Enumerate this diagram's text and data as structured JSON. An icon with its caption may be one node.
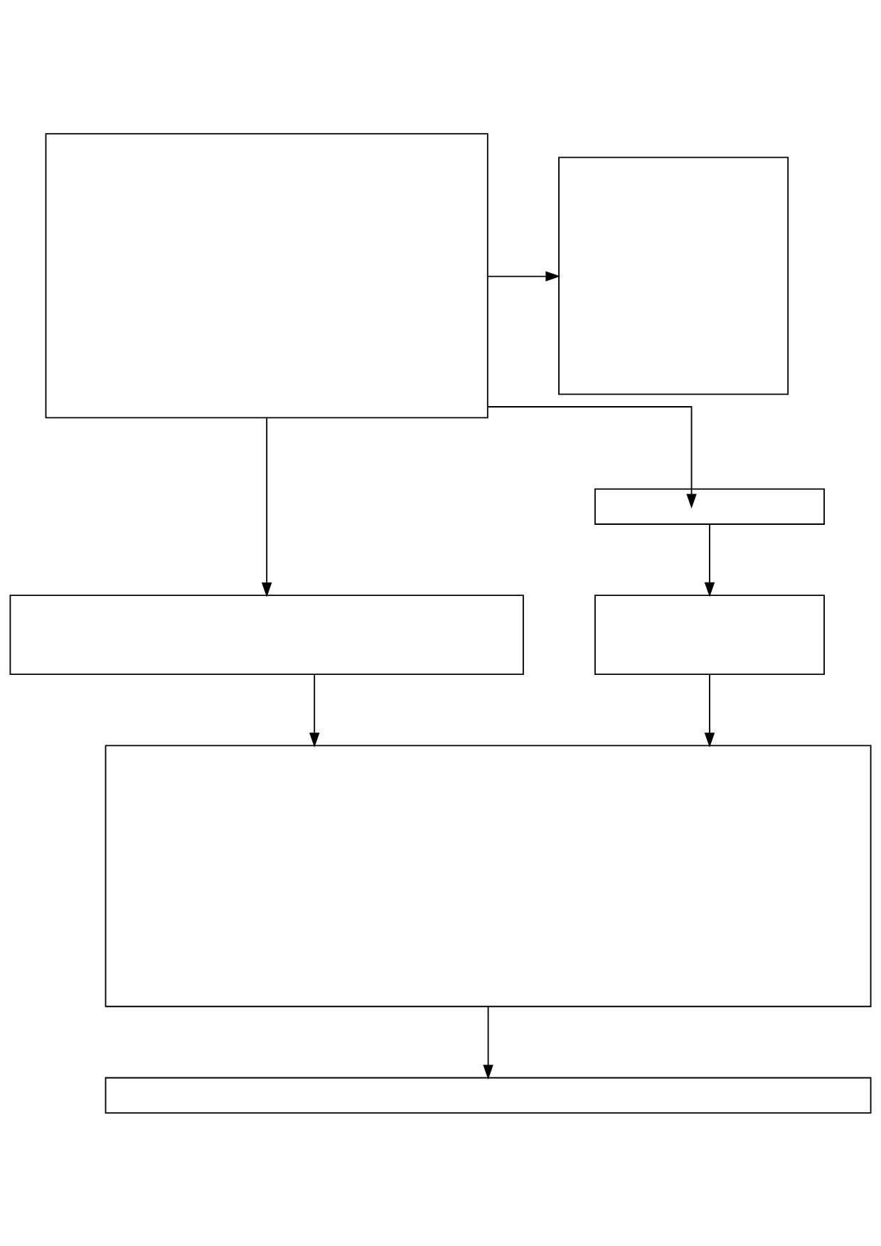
{
  "diagram": {
    "nodes": [
      {
        "text": [],
        "shape": "box"
      },
      {
        "text": [],
        "shape": "box"
      },
      {
        "text": [],
        "shape": "box"
      },
      {
        "text": [],
        "shape": "box"
      },
      {
        "text": [],
        "shape": "box"
      },
      {
        "text": [],
        "shape": "box"
      },
      {
        "text": [],
        "shape": "box"
      }
    ],
    "edges": [
      {
        "from": 0,
        "to": 1,
        "arrow": "to"
      },
      {
        "from": 0,
        "to": 2,
        "arrow": "to"
      },
      {
        "from": 0,
        "to": 3,
        "arrow": "to"
      },
      {
        "from": 2,
        "to": 4,
        "arrow": "to"
      },
      {
        "from": 3,
        "to": 5,
        "arrow": "to"
      },
      {
        "from": 4,
        "to": 5,
        "arrow": "to"
      },
      {
        "from": 5,
        "to": 6,
        "arrow": "to"
      }
    ]
  }
}
